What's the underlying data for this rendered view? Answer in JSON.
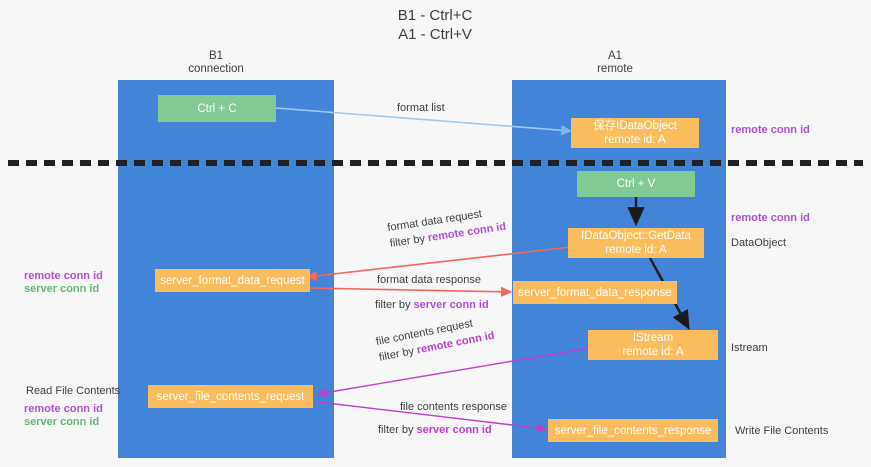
{
  "title": {
    "line1": "B1 - Ctrl+C",
    "line2": "A1 - Ctrl+V"
  },
  "columns": [
    {
      "name": "B1",
      "role": "connection"
    },
    {
      "name": "A1",
      "role": "remote"
    }
  ],
  "nodes": {
    "ctrl_c": "Ctrl + C",
    "ctrl_v": "Ctrl + V",
    "store_idataobject": "保存IDataObject\nremote id: A",
    "idataobject_getdata": "IDataObject::GetData\nremote id: A",
    "istream": "IStream\nremote id: A",
    "server_format_data_request": "server_format_data_request",
    "server_format_data_response": "server_format_data_response",
    "server_file_contents_request": "server_file_contents_request",
    "server_file_contents_response": "server_file_contents_response"
  },
  "edges": {
    "format_list": "format list",
    "format_data_request": "format data request",
    "format_data_request_filter_prefix": "filter by ",
    "format_data_request_filter_key": "remote conn id",
    "format_data_response": "format data response",
    "format_data_response_filter_prefix": "filter by ",
    "format_data_response_filter_key": "server conn id",
    "file_contents_request": "file contents request",
    "file_contents_request_filter_prefix": "filter by ",
    "file_contents_request_filter_key": "remote conn id",
    "file_contents_response": "file contents response",
    "file_contents_response_filter_prefix": "filter by ",
    "file_contents_response_filter_key": "server conn id"
  },
  "annotations": {
    "right_remote_conn_id_top": "remote conn id",
    "right_remote_conn_id_mid": "remote conn id",
    "right_dataobject": "DataObject",
    "right_istream": "Istream",
    "right_write_file_contents": "Write File Contents",
    "left_remote_conn_id_mid": "remote conn id",
    "left_server_conn_id_mid": "server conn id",
    "left_read_file_contents": "Read File Contents",
    "left_remote_conn_id_bottom": "remote conn id",
    "left_server_conn_id_bottom": "server conn id"
  },
  "colors": {
    "lane": "#4285d8",
    "green_node": "#81c995",
    "orange_node": "#fbbc5e",
    "purple": "#b04fd8",
    "green_text": "#5fb874",
    "magenta": "#c03fc8",
    "arrow_light_blue": "#9fc9f0",
    "arrow_red": "#f4675c",
    "arrow_black": "#1b1b1b",
    "background": "#f7f7f7"
  }
}
